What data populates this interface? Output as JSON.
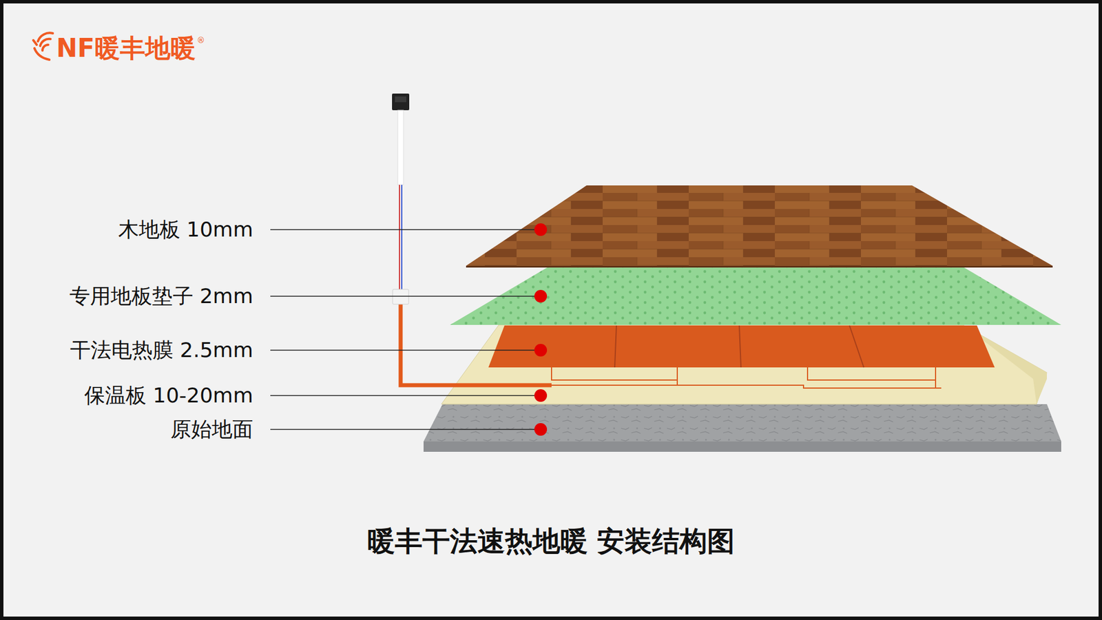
{
  "diagram": {
    "title": "暖丰干法速热地暖 安装结构图",
    "labels": [
      "NF暖丰地暖",
      "®",
      "木地板 10mm",
      "专用地板垫子 2mm",
      "干法电热膜 2.5mm",
      "保温板 10-20mm",
      "原始地面"
    ]
  }
}
